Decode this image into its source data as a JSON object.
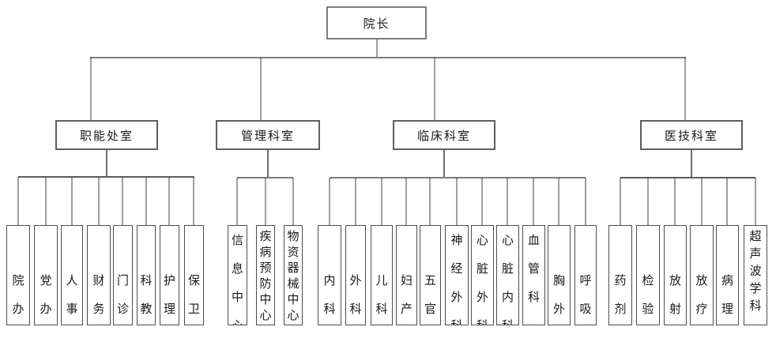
{
  "page": {
    "background_color": "#ffffff",
    "connector_color": "#6f6f6f",
    "box_border_color": "#4d4d4d",
    "text_color": "#1a1a1a"
  },
  "org_chart": {
    "root": {
      "label": "院长"
    },
    "groups": [
      {
        "label": "职能处室",
        "children": [
          {
            "label": "院办"
          },
          {
            "label": "党办"
          },
          {
            "label": "人事"
          },
          {
            "label": "财务"
          },
          {
            "label": "门诊"
          },
          {
            "label": "科教"
          },
          {
            "label": "护理"
          },
          {
            "label": "保卫"
          }
        ]
      },
      {
        "label": "管理科室",
        "children": [
          {
            "label": "信息中心"
          },
          {
            "label": "疾病预防中心"
          },
          {
            "label": "物资器械中心"
          }
        ]
      },
      {
        "label": "临床科室",
        "children": [
          {
            "label": "内科"
          },
          {
            "label": "外科"
          },
          {
            "label": "儿科"
          },
          {
            "label": "妇产"
          },
          {
            "label": "五官"
          },
          {
            "label": "神经外科"
          },
          {
            "label": "心脏外科"
          },
          {
            "label": "心脏内科"
          },
          {
            "label": "血管科"
          },
          {
            "label": "胸外"
          },
          {
            "label": "呼吸"
          }
        ]
      },
      {
        "label": "医技科室",
        "children": [
          {
            "label": "药剂"
          },
          {
            "label": "检验"
          },
          {
            "label": "放射"
          },
          {
            "label": "放疗"
          },
          {
            "label": "病理"
          },
          {
            "label": "超声波学科"
          }
        ]
      }
    ]
  }
}
